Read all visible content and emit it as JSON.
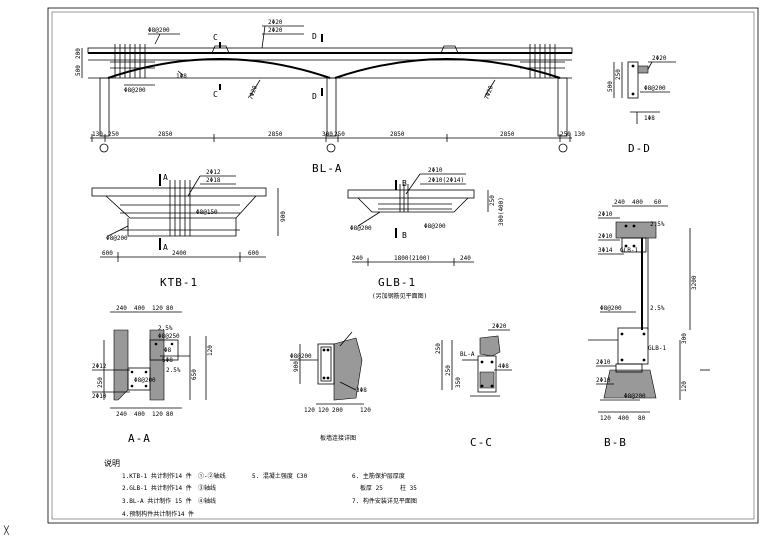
{
  "drawing": {
    "views": {
      "bl_a": {
        "title": "BL-A",
        "labels": [
          "Φ8@200",
          "Φ8@200",
          "1Φ8",
          "C",
          "C",
          "D",
          "D",
          "2Φ20",
          "2Φ20",
          "7Φ20",
          "7Φ20"
        ],
        "dims": [
          "130",
          "250",
          "2850",
          "2850",
          "300",
          "250",
          "2850",
          "2850",
          "250",
          "130",
          "200",
          "500"
        ]
      },
      "d_d": {
        "title": "D-D",
        "labels": [
          "2Φ20",
          "1Φ8",
          "Φ8@200",
          "250",
          "500"
        ]
      },
      "ktb_1": {
        "title": "KTB-1",
        "labels": [
          "A",
          "A",
          "2Φ12",
          "2Φ18",
          "Φ8@150",
          "Φ8@200"
        ],
        "dims": [
          "900",
          "2400",
          "600",
          "600"
        ]
      },
      "glb_1": {
        "title": "GLB-1",
        "subtitle": "(另加钢筋见平面图)",
        "labels": [
          "B",
          "B",
          "2Φ10",
          "2Φ10(2Φ14)",
          "Φ8@200",
          "Φ8@200"
        ],
        "dims": [
          "240",
          "1800(2100)",
          "240",
          "250",
          "300(400)"
        ]
      },
      "a_a": {
        "title": "A-A",
        "labels": [
          "2.5%",
          "Φ8@250",
          "Φ8",
          "2Φ12",
          "2Φ10",
          "Φ8@200",
          "2.5%",
          "5Φ8"
        ],
        "dims": [
          "240",
          "400",
          "120",
          "80",
          "240",
          "400",
          "120",
          "80",
          "250",
          "650",
          "120"
        ]
      },
      "bearing": {
        "title": "板墙连接详图",
        "labels": [
          "Φ8@200",
          "3Φ8"
        ],
        "dims": [
          "120",
          "120",
          "200",
          "120",
          "900"
        ]
      },
      "c_c": {
        "title": "C-C",
        "labels": [
          "2Φ20",
          "BL-A",
          "4Φ8"
        ],
        "dims": [
          "250",
          "250",
          "350"
        ]
      },
      "b_b": {
        "title": "B-B",
        "labels": [
          "240",
          "400",
          "60",
          "2Φ10",
          "2Φ10",
          "3Φ14",
          "GLB-1",
          "2.5%",
          "Φ8@200",
          "2.5%",
          "GLB-1",
          "2Φ10",
          "2Φ10",
          "Φ8@200",
          "3200",
          "300",
          "120"
        ],
        "dims": [
          "120",
          "400",
          "80"
        ]
      }
    },
    "notes": {
      "heading": "说明",
      "items": [
        "1.KTB-1 共计制作14 件",
        "2.GLB-1 共计制作14 件",
        "3.BL-A 共计制作 15 件",
        "4.预制构件共计制作14 件",
        "5. 混凝土强度 C30",
        "6. 主筋保护层厚度",
        "7. 构件安装详见平面图"
      ],
      "extras": [
        "①-②轴线",
        "③轴线",
        "④轴线",
        "板厚 25",
        "柱 35"
      ]
    },
    "corner_mark": "╳"
  },
  "colors": {
    "ink": "#000000",
    "paper": "#ffffff",
    "fill": "#999999"
  }
}
